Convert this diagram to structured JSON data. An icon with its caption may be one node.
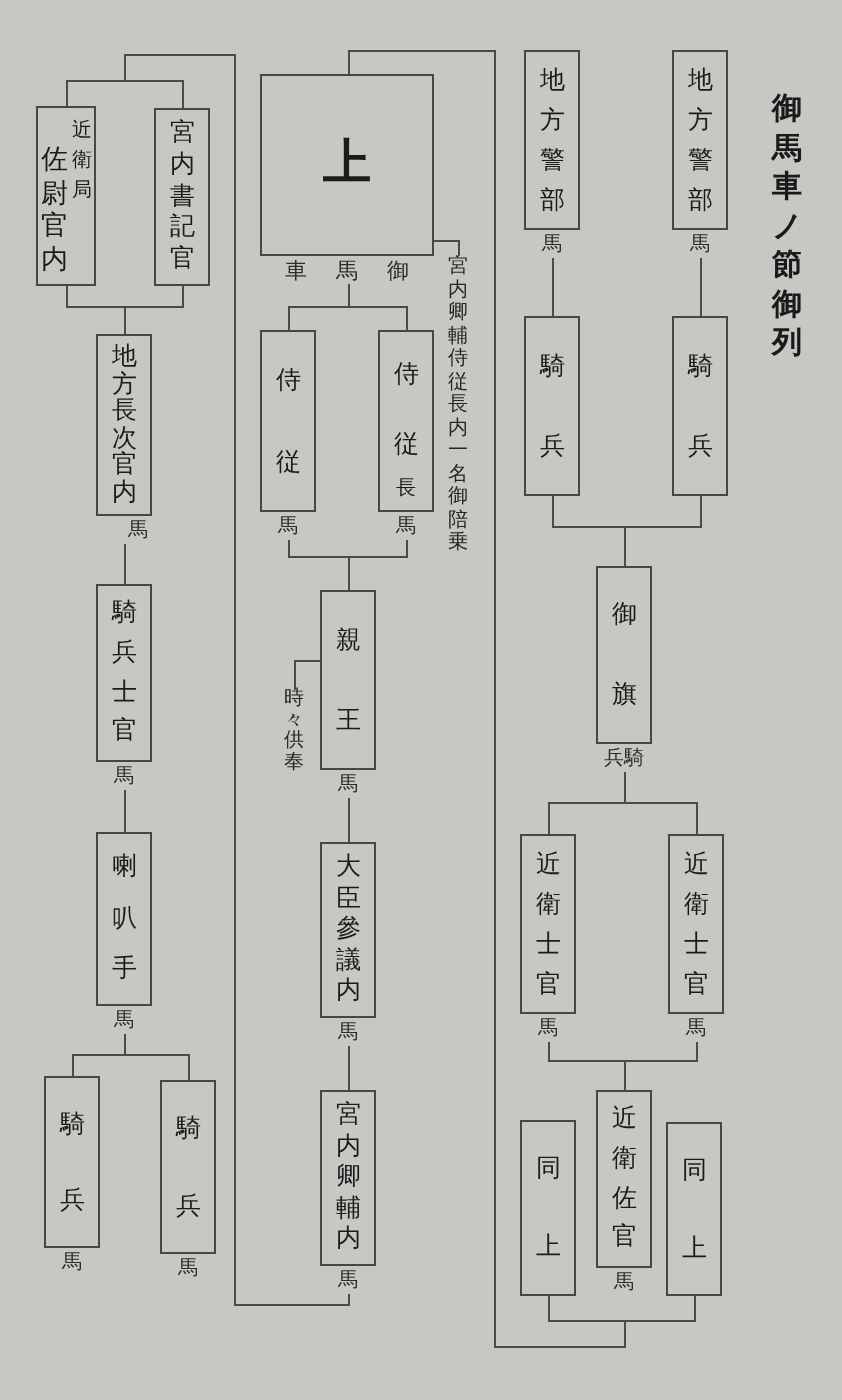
{
  "diagram": {
    "title": "御馬車ノ節御列",
    "nodes": [
      {
        "text": [
          "地方警部"
        ],
        "beside": [
          "馬"
        ]
      },
      {
        "text": [
          "地方警部"
        ],
        "beside": [
          "馬"
        ]
      },
      {
        "text": [
          "騎兵"
        ]
      },
      {
        "text": [
          "騎兵"
        ]
      },
      {
        "text": [
          "御旗"
        ],
        "beside": [
          "兵騎"
        ]
      },
      {
        "text": [
          "近衛士官"
        ],
        "beside": [
          "馬"
        ]
      },
      {
        "text": [
          "近衛士官"
        ],
        "beside": [
          "馬"
        ]
      },
      {
        "text": [
          "同上"
        ]
      },
      {
        "text": [
          "近衛佐官"
        ],
        "beside": [
          "馬"
        ]
      },
      {
        "text": [
          "同上"
        ]
      },
      {
        "text": [
          "上"
        ],
        "beside": [
          "車馬御"
        ]
      },
      {
        "text": [
          "宮内卿輔侍従長内一名御陪乗"
        ]
      },
      {
        "text": [
          "侍従",
          "長"
        ],
        "beside": [
          "馬"
        ]
      },
      {
        "text": [
          "侍従"
        ],
        "beside": [
          "馬"
        ]
      },
      {
        "text": [
          "親王"
        ],
        "beside": [
          "馬"
        ]
      },
      {
        "text": [
          "時々供奉"
        ]
      },
      {
        "text": [
          "大臣參議内"
        ],
        "beside": [
          "馬"
        ]
      },
      {
        "text": [
          "宮内卿輔内"
        ],
        "beside": [
          "馬"
        ]
      },
      {
        "text": [
          "宮内書記官"
        ]
      },
      {
        "text": [
          "佐尉官内",
          "近衛局"
        ]
      },
      {
        "text": [
          "地方長次官内"
        ],
        "beside": [
          "馬"
        ]
      },
      {
        "text": [
          "騎兵士官"
        ],
        "beside": [
          "馬"
        ]
      },
      {
        "text": [
          "喇叭手"
        ],
        "beside": [
          "馬"
        ]
      },
      {
        "text": [
          "騎兵"
        ],
        "beside": [
          "馬"
        ]
      },
      {
        "text": [
          "騎兵"
        ],
        "beside": [
          "馬"
        ]
      }
    ],
    "edges": [
      {
        "from": 0,
        "to": 2,
        "arrow": "none"
      },
      {
        "from": 1,
        "to": 3,
        "arrow": "none"
      },
      {
        "from": 2,
        "to": 4,
        "arrow": "none"
      },
      {
        "from": 3,
        "to": 4,
        "arrow": "none"
      },
      {
        "from": 4,
        "to": 5,
        "arrow": "none"
      },
      {
        "from": 4,
        "to": 6,
        "arrow": "none"
      },
      {
        "from": 5,
        "to": 8,
        "arrow": "none"
      },
      {
        "from": 6,
        "to": 8,
        "arrow": "none"
      },
      {
        "from": 7,
        "to": 10,
        "arrow": "none"
      },
      {
        "from": 9,
        "to": 10,
        "arrow": "none"
      },
      {
        "from": 11,
        "to": 10,
        "arrow": "none"
      },
      {
        "from": 10,
        "to": 12,
        "arrow": "none"
      },
      {
        "from": 10,
        "to": 13,
        "arrow": "none"
      },
      {
        "from": 12,
        "to": 14,
        "arrow": "none"
      },
      {
        "from": 13,
        "to": 14,
        "arrow": "none"
      },
      {
        "from": 15,
        "to": 14,
        "arrow": "none"
      },
      {
        "from": 14,
        "to": 16,
        "arrow": "none"
      },
      {
        "from": 16,
        "to": 17,
        "arrow": "none"
      },
      {
        "from": 17,
        "to": 18,
        "arrow": "none"
      },
      {
        "from": 17,
        "to": 19,
        "arrow": "none"
      },
      {
        "from": 18,
        "to": 20,
        "arrow": "none"
      },
      {
        "from": 19,
        "to": 20,
        "arrow": "none"
      },
      {
        "from": 20,
        "to": 21,
        "arrow": "none"
      },
      {
        "from": 21,
        "to": 22,
        "arrow": "none"
      },
      {
        "from": 22,
        "to": 23,
        "arrow": "none"
      },
      {
        "from": 22,
        "to": 24,
        "arrow": "none"
      }
    ]
  }
}
